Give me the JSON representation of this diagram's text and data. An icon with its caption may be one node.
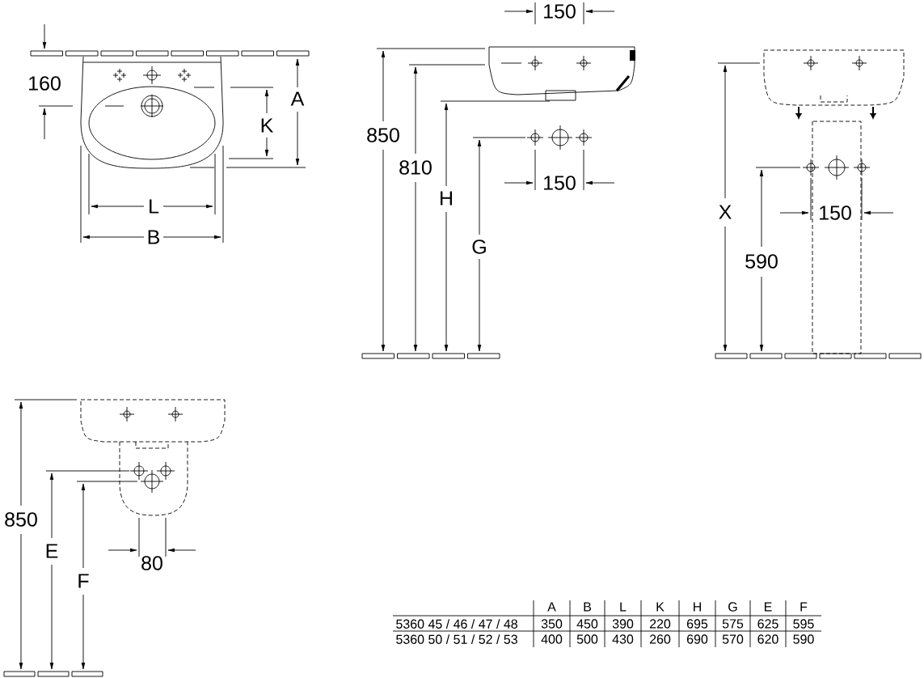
{
  "diagram": {
    "labels": [
      "160",
      "A",
      "K",
      "L",
      "B",
      "150",
      "850",
      "810",
      "H",
      "G",
      "150",
      "X",
      "150",
      "590",
      "850",
      "E",
      "F",
      "80",
      "A",
      "B",
      "L",
      "K",
      "H",
      "G",
      "E",
      "F",
      "5360 45 / 46 / 47 / 48",
      "350",
      "450",
      "390",
      "220",
      "695",
      "575",
      "625",
      "595",
      "5360 50 / 51 / 52 / 53",
      "400",
      "500",
      "430",
      "260",
      "690",
      "570",
      "620",
      "590"
    ]
  }
}
